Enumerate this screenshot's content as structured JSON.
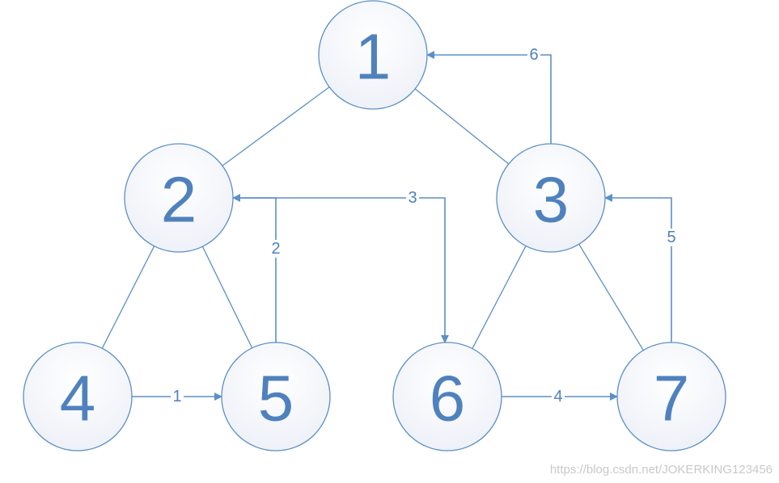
{
  "nodes": [
    {
      "id": "1",
      "label": "1"
    },
    {
      "id": "2",
      "label": "2"
    },
    {
      "id": "3",
      "label": "3"
    },
    {
      "id": "4",
      "label": "4"
    },
    {
      "id": "5",
      "label": "5"
    },
    {
      "id": "6",
      "label": "6"
    },
    {
      "id": "7",
      "label": "7"
    }
  ],
  "tree_edges": [
    {
      "from": "1",
      "to": "2"
    },
    {
      "from": "1",
      "to": "3"
    },
    {
      "from": "2",
      "to": "4"
    },
    {
      "from": "2",
      "to": "5"
    },
    {
      "from": "3",
      "to": "6"
    },
    {
      "from": "3",
      "to": "7"
    }
  ],
  "weighted_edges": [
    {
      "from": "4",
      "to": "5",
      "label": "1"
    },
    {
      "from": "5",
      "to": "2",
      "label": "2"
    },
    {
      "from": "2",
      "to": "6",
      "label": "3"
    },
    {
      "from": "6",
      "to": "7",
      "label": "4"
    },
    {
      "from": "7",
      "to": "3",
      "label": "5"
    },
    {
      "from": "3",
      "to": "1",
      "label": "6"
    }
  ],
  "colors": {
    "node_text": "#4f81bd",
    "stroke": "#5b8fc7"
  },
  "watermark": "https://blog.csdn.net/JOKERKING123456"
}
